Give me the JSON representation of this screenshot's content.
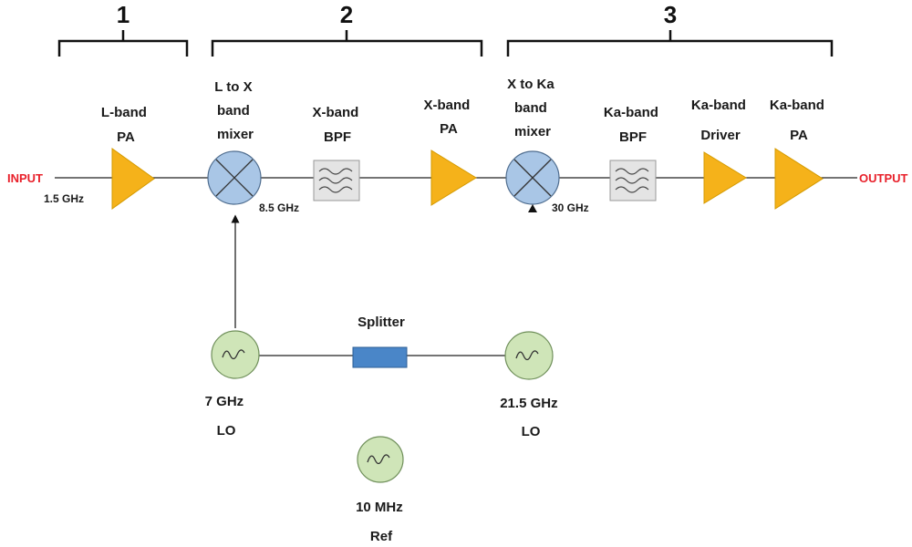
{
  "sections": [
    {
      "number": "1"
    },
    {
      "number": "2"
    },
    {
      "number": "3"
    }
  ],
  "signal": {
    "input_label": "INPUT",
    "output_label": "OUTPUT",
    "input_freq": "1.5 GHz",
    "if_freq": "8.5 GHz",
    "rf_freq": "30 GHz"
  },
  "components": {
    "lband_pa": [
      "L-band",
      "PA"
    ],
    "l_to_x_mixer": [
      "L to X",
      "band",
      "mixer"
    ],
    "xband_bpf": [
      "X-band",
      "BPF"
    ],
    "xband_pa": [
      "X-band",
      "PA"
    ],
    "x_to_ka_mixer": [
      "X to Ka",
      "band",
      "mixer"
    ],
    "kaband_bpf": [
      "Ka-band",
      "BPF"
    ],
    "kaband_driver": [
      "Ka-band",
      "Driver"
    ],
    "kaband_pa": [
      "Ka-band",
      "PA"
    ],
    "splitter": "Splitter",
    "lo_7": [
      "7 GHz",
      "LO"
    ],
    "lo_21": [
      "21.5 GHz",
      "LO"
    ],
    "ref_10": [
      "10 MHz",
      "Ref"
    ]
  },
  "colors": {
    "amplifier": "#f5b21a",
    "mixer": "#a9c6e6",
    "oscillator": "#cfe5b8",
    "filter": "#e4e4e4",
    "splitter": "#4a86c8",
    "io_text": "#e8202a"
  },
  "icons": {
    "amplifier": "triangle-amplifier-icon",
    "mixer": "mixer-x-circle-icon",
    "oscillator": "sine-wave-circle-icon",
    "filter": "bandpass-filter-icon",
    "splitter": "power-splitter-icon"
  }
}
